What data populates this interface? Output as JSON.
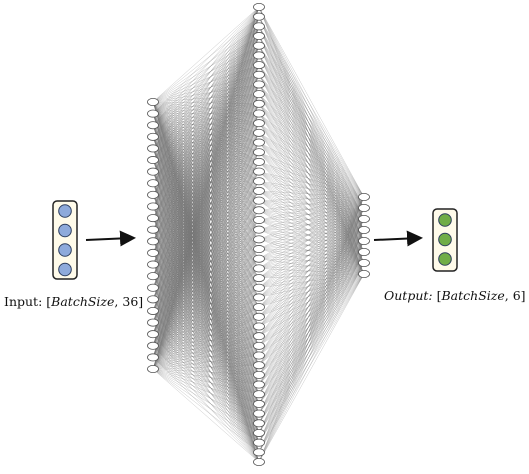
{
  "diagram": {
    "layers": [
      {
        "name": "input-vector",
        "nodes": 4,
        "fill": "#8eaadb"
      },
      {
        "name": "hidden-layer-1",
        "nodes": 24,
        "fill": "#ffffff"
      },
      {
        "name": "hidden-layer-2",
        "nodes": 48,
        "fill": "#ffffff"
      },
      {
        "name": "hidden-layer-3",
        "nodes": 8,
        "fill": "#ffffff"
      },
      {
        "name": "output-vector",
        "nodes": 3,
        "fill": "#70ad47"
      }
    ],
    "edge_color": "#6e6e6e",
    "node_stroke": "#555555"
  },
  "labels": {
    "input_prefix": "Input:",
    "input_shape_open": "[",
    "input_shape_var": "BatchSize",
    "input_shape_rest": ", 36]",
    "output_prefix": "Output:",
    "output_shape_open": "[",
    "output_shape_var": "BatchSize",
    "output_shape_rest": ", 6]"
  }
}
